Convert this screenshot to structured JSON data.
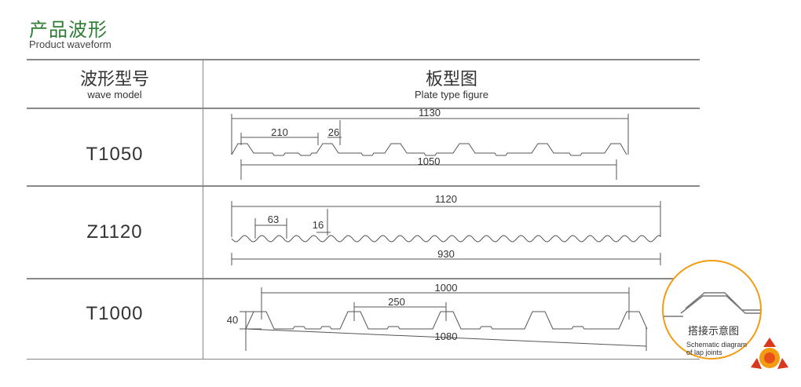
{
  "header": {
    "title_cn": "产品波形",
    "title_en": "Product waveform"
  },
  "table": {
    "col1_cn": "波形型号",
    "col1_en": "wave model",
    "col2_cn": "板型图",
    "col2_en": "Plate type figure",
    "rows": [
      {
        "model": "T1050",
        "dims": {
          "total": "1130",
          "pitch": "210",
          "height": "26",
          "effective": "1050"
        }
      },
      {
        "model": "Z1120",
        "dims": {
          "total": "1120",
          "pitch": "63",
          "height": "16",
          "effective": "930"
        }
      },
      {
        "model": "T1000",
        "dims": {
          "total": "1000",
          "pitch": "250",
          "height": "40",
          "effective": "1080"
        }
      }
    ]
  },
  "lap": {
    "cn": "搭接示意图",
    "en_line1": "Schematic diagram",
    "en_line2": "of lap joints"
  },
  "colors": {
    "title_green": "#2e7d32",
    "accent_orange": "#f39c12",
    "logo_red": "#d9381e",
    "line_gray": "#888888"
  }
}
